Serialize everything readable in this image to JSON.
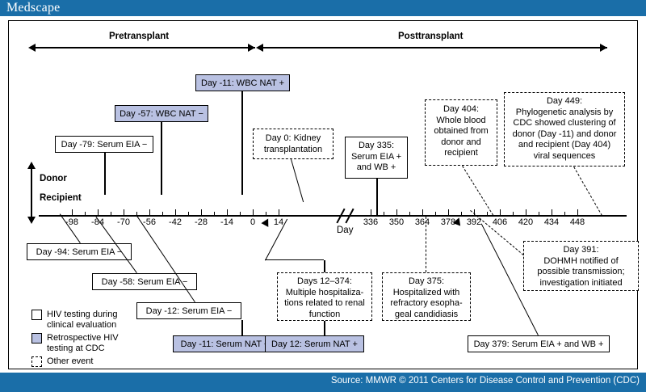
{
  "brand": {
    "logo": "Medscape",
    "footer": "Source: MMWR © 2011 Centers for Disease Control and Prevention (CDC)",
    "bar_color": "#1a6ea8"
  },
  "figure": {
    "phases": [
      {
        "label": "Pretransplant"
      },
      {
        "label": "Posttransplant"
      }
    ],
    "axis": {
      "title": "Day",
      "donor_label": "Donor",
      "recipient_label": "Recipient",
      "ticks_left": [
        "-98",
        "-84",
        "-70",
        "-56",
        "-42",
        "-28",
        "-14",
        "0",
        "14"
      ],
      "ticks_right": [
        "336",
        "350",
        "364",
        "378",
        "392",
        "406",
        "420",
        "434",
        "448"
      ],
      "has_break": true
    },
    "legend": [
      {
        "type": "solid",
        "label": "HIV testing during\nclinical evaluation"
      },
      {
        "type": "blue",
        "label": "Retrospective HIV\ntesting at CDC"
      },
      {
        "type": "dashed",
        "label": "Other event"
      }
    ],
    "events": [
      {
        "id": "day-m11-wbc-nat",
        "style": "blue",
        "text": "Day -11: WBC NAT +"
      },
      {
        "id": "day-m57-wbc-nat",
        "style": "blue",
        "text": "Day -57: WBC NAT −"
      },
      {
        "id": "day-m79-serum-eia",
        "style": "solid",
        "text": "Day -79: Serum EIA −"
      },
      {
        "id": "day-0-kidney",
        "style": "dashed",
        "text": "Day 0: Kidney\ntransplantation"
      },
      {
        "id": "day-335-serum",
        "style": "solid",
        "text": "Day 335:\nSerum EIA +\nand WB +"
      },
      {
        "id": "day-404-blood",
        "style": "dashed",
        "text": "Day 404:\nWhole blood\nobtained from\ndonor and\nrecipient"
      },
      {
        "id": "day-449-phylo",
        "style": "dashed",
        "text": "Day 449:\nPhylogenetic analysis by\nCDC showed clustering of\ndonor  (Day -11) and donor\nand recipient (Day 404)\nviral sequences"
      },
      {
        "id": "day-m94-serum-eia",
        "style": "solid",
        "text": "Day -94: Serum EIA −"
      },
      {
        "id": "day-m58-serum-eia",
        "style": "solid",
        "text": "Day -58: Serum EIA −"
      },
      {
        "id": "day-m12-serum-eia",
        "style": "solid",
        "text": "Day -12: Serum EIA −"
      },
      {
        "id": "days-12-374-hosp",
        "style": "dashed",
        "text": "Days 12–374:\nMultiple hospitaliza-\ntions related to renal\nfunction"
      },
      {
        "id": "day-375-hosp",
        "style": "dashed",
        "text": "Day 375:\nHospitalized with\nrefractory esopha-\ngeal candidiasis"
      },
      {
        "id": "day-391-dohmh",
        "style": "dashed",
        "text": "Day 391:\nDOHMH notified of\npossible transmission;\ninvestigation initiated"
      },
      {
        "id": "day-m11-serum-nat",
        "style": "blue",
        "text": "Day -11: Serum NAT −"
      },
      {
        "id": "day-12-serum-nat",
        "style": "blue",
        "text": "Day 12: Serum NAT +"
      },
      {
        "id": "day-379-serum",
        "style": "solid",
        "text": "Day 379: Serum EIA + and WB +"
      }
    ]
  }
}
